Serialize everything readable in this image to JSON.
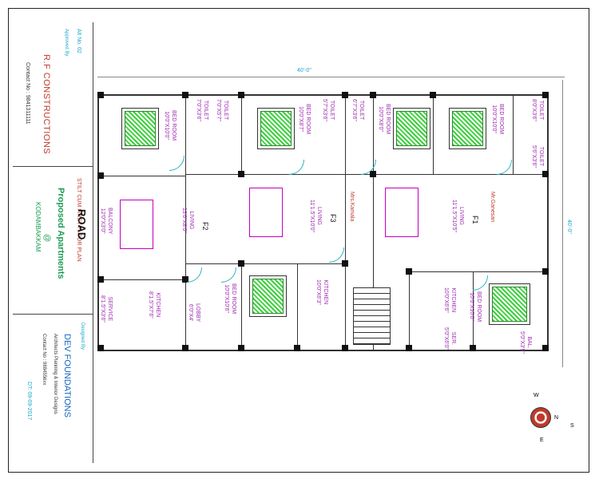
{
  "title_block": {
    "alt_no": "Alt No. 02",
    "approved_label": "Approved By",
    "client_name": "R.F CONSTRUCTIONS",
    "client_contact": "Contact No : 9841311111",
    "drawing_title": "STILT CUM FIRST FLOOR PLAN",
    "project_title": "Proposed Apartments",
    "at_symbol": "@",
    "location": "KODAMBAKKAM",
    "designed_label": "Designed By",
    "designer_name": "DEV FOUNDATIONS",
    "designer_tagline": "Architects Planning & Interior Designs",
    "designer_contact": "Contact No : 9884556xx",
    "date": "DT: 09-09-2017"
  },
  "road_label": "ROAD",
  "overall_dims": {
    "top": "40'-0\"",
    "right": "40'-0\""
  },
  "rooms": [
    {
      "id": "bed-f2",
      "name": "BED ROOM",
      "dim": "10'0\"X10'0\""
    },
    {
      "id": "toilet-f2a",
      "name": "TOILET",
      "dim": "7'0\"X3'6\""
    },
    {
      "id": "toilet-f2b",
      "name": "TOILET",
      "dim": "7'0\"X5'7\""
    },
    {
      "id": "bed-f3a",
      "name": "BED ROOM",
      "dim": "10'0\"X8'7\""
    },
    {
      "id": "toilet-f3a",
      "name": "TOILET",
      "dim": "5'7\"X3'6\""
    },
    {
      "id": "toilet-f3b",
      "name": "TOILET",
      "dim": "6'7\"X3'6\""
    },
    {
      "id": "bed-f1a",
      "name": "BED ROOM",
      "dim": "10'0\"X8'0\""
    },
    {
      "id": "bed-f1b",
      "name": "BED ROOM",
      "dim": "10'0\"X10'0\""
    },
    {
      "id": "toilet-f1a",
      "name": "TOILET",
      "dim": "8'0\"X3'6\""
    },
    {
      "id": "toilet-f1b",
      "name": "TOILET",
      "dim": "5'6\"X3'6\""
    },
    {
      "id": "balcony",
      "name": "BALCONY",
      "dim": "12'0\"X3'0\""
    },
    {
      "id": "living-f2",
      "name": "LIVING",
      "dim": "13'0\"X8'0\""
    },
    {
      "id": "living-f3",
      "name": "LIVING",
      "dim": "11'1.5\"X10'0\""
    },
    {
      "id": "living-f1",
      "name": "LIVING",
      "dim": "11'1.5\"X10'5\""
    },
    {
      "id": "kitchen-f2",
      "name": "KITCHEN",
      "dim": "8'1.5\"X7'6\""
    },
    {
      "id": "service",
      "name": "SERVICE",
      "dim": "8'1.5\"X3'6\""
    },
    {
      "id": "lobby",
      "name": "LOBBY",
      "dim": "6'0\"X4'"
    },
    {
      "id": "bed-f2b",
      "name": "BED ROOM",
      "dim": "10'0\"X10'6\""
    },
    {
      "id": "kitchen-f3",
      "name": "KITCHEN",
      "dim": "10'0\"X6'3\""
    },
    {
      "id": "kitchen-f1",
      "name": "KITCHEN",
      "dim": "10'0\"X6'6\""
    },
    {
      "id": "bed-f1c",
      "name": "BED ROOM",
      "dim": "10'0\"X10'0\""
    },
    {
      "id": "ser",
      "name": "SER.",
      "dim": "5'0\"X6'0\""
    },
    {
      "id": "bal",
      "name": "BAL.",
      "dim": "5'0\"X3'9\""
    }
  ],
  "flats": [
    {
      "id": "f2",
      "label": "F2"
    },
    {
      "id": "f3",
      "label": "F3",
      "owner": "Mrs.Kamala"
    },
    {
      "id": "f1",
      "label": "F1",
      "owner": "Mr.Ganesan"
    }
  ],
  "compass": {
    "w": "W",
    "n": "N",
    "s": "S",
    "e": "E"
  },
  "colors": {
    "room_text": "#9c27b0",
    "door": "#2bb3c0",
    "bedspread": "#3ecf3e",
    "wall": "#333333",
    "title_red": "#c0392b",
    "title_green": "#1f9d55",
    "title_blue": "#1565c0"
  }
}
